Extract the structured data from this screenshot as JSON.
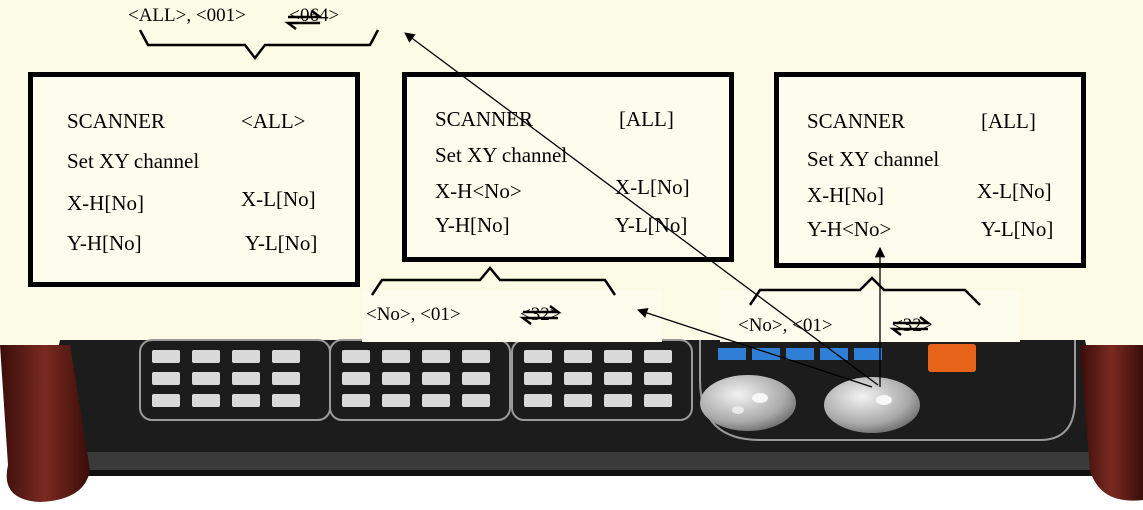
{
  "top_label": {
    "from": "<ALL>, <001>",
    "to": "<064>"
  },
  "panels": [
    {
      "title": "SCANNER",
      "selector": "<ALL>",
      "subtitle": "Set XY channel",
      "xh": "X-H[No]",
      "xl": "X-L[No]",
      "yh": "Y-H[No]",
      "yl": "Y-L[No]"
    },
    {
      "title": "SCANNER",
      "selector": "[ALL]",
      "subtitle": "Set XY channel",
      "xh": "X-H<No>",
      "xl": "X-L[No]",
      "yh": "Y-H[No]",
      "yl": "Y-L[No]"
    },
    {
      "title": "SCANNER",
      "selector": "[ALL]",
      "subtitle": "Set XY channel",
      "xh": "X-H[No]",
      "xl": "X-L[No]",
      "yh": "Y-H<No>",
      "yl": "Y-L[No]"
    }
  ],
  "range_labels": [
    {
      "from": "<No>,  <01>",
      "to": "<32>"
    },
    {
      "from": "<No>,  <01>",
      "to": "<32>"
    }
  ],
  "colors": {
    "panel_bg": "#fdfdee",
    "console_body": "#1b1b1b",
    "wood_end": "#5a1a14",
    "blue_key": "#2f7fd6",
    "orange_key": "#e8641a"
  }
}
